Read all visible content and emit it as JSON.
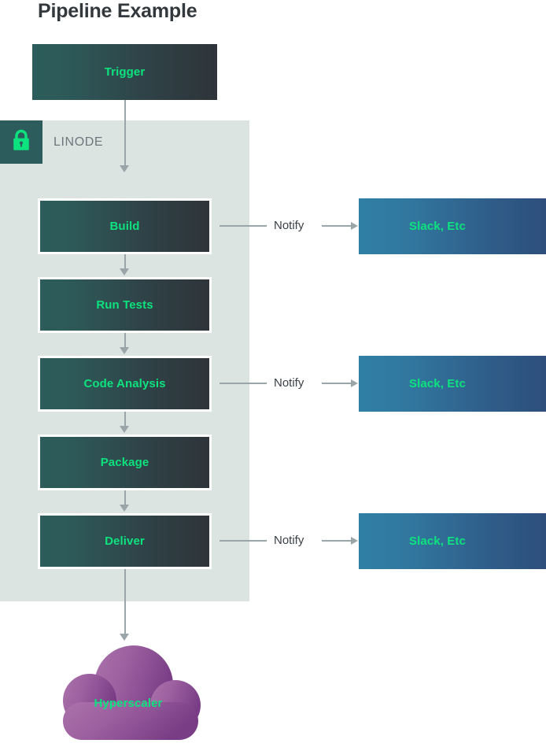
{
  "title": "Pipeline Example",
  "group": {
    "label": "LINODE",
    "icon": "lock-icon",
    "badge_color": "#2c5c5b",
    "panel_color": "#dce4e2"
  },
  "colors": {
    "accent_green": "#0ce37e",
    "title": "#33383d",
    "connector": "#9aa5a9",
    "notify_text": "#3a4046",
    "stage_gradient_from": "#2c5c5b",
    "stage_gradient_to": "#2e3439",
    "notify_box_gradient_from": "#2f7fa4",
    "notify_box_gradient_to": "#2e4e7c",
    "cloud_gradient_from": "#a濃",
    "cloud_from": "#a96fa8",
    "cloud_to": "#7b3f86"
  },
  "trigger": {
    "label": "Trigger"
  },
  "stages": [
    {
      "label": "Build",
      "notify": true
    },
    {
      "label": "Run Tests",
      "notify": false
    },
    {
      "label": "Code Analysis",
      "notify": true
    },
    {
      "label": "Package",
      "notify": false
    },
    {
      "label": "Deliver",
      "notify": true
    }
  ],
  "notify_edge_label": "Notify",
  "notify_targets": [
    {
      "label": "Slack, Etc"
    },
    {
      "label": "Slack, Etc"
    },
    {
      "label": "Slack, Etc"
    }
  ],
  "destination": {
    "label": "Hyperscaler",
    "shape": "cloud-icon"
  }
}
